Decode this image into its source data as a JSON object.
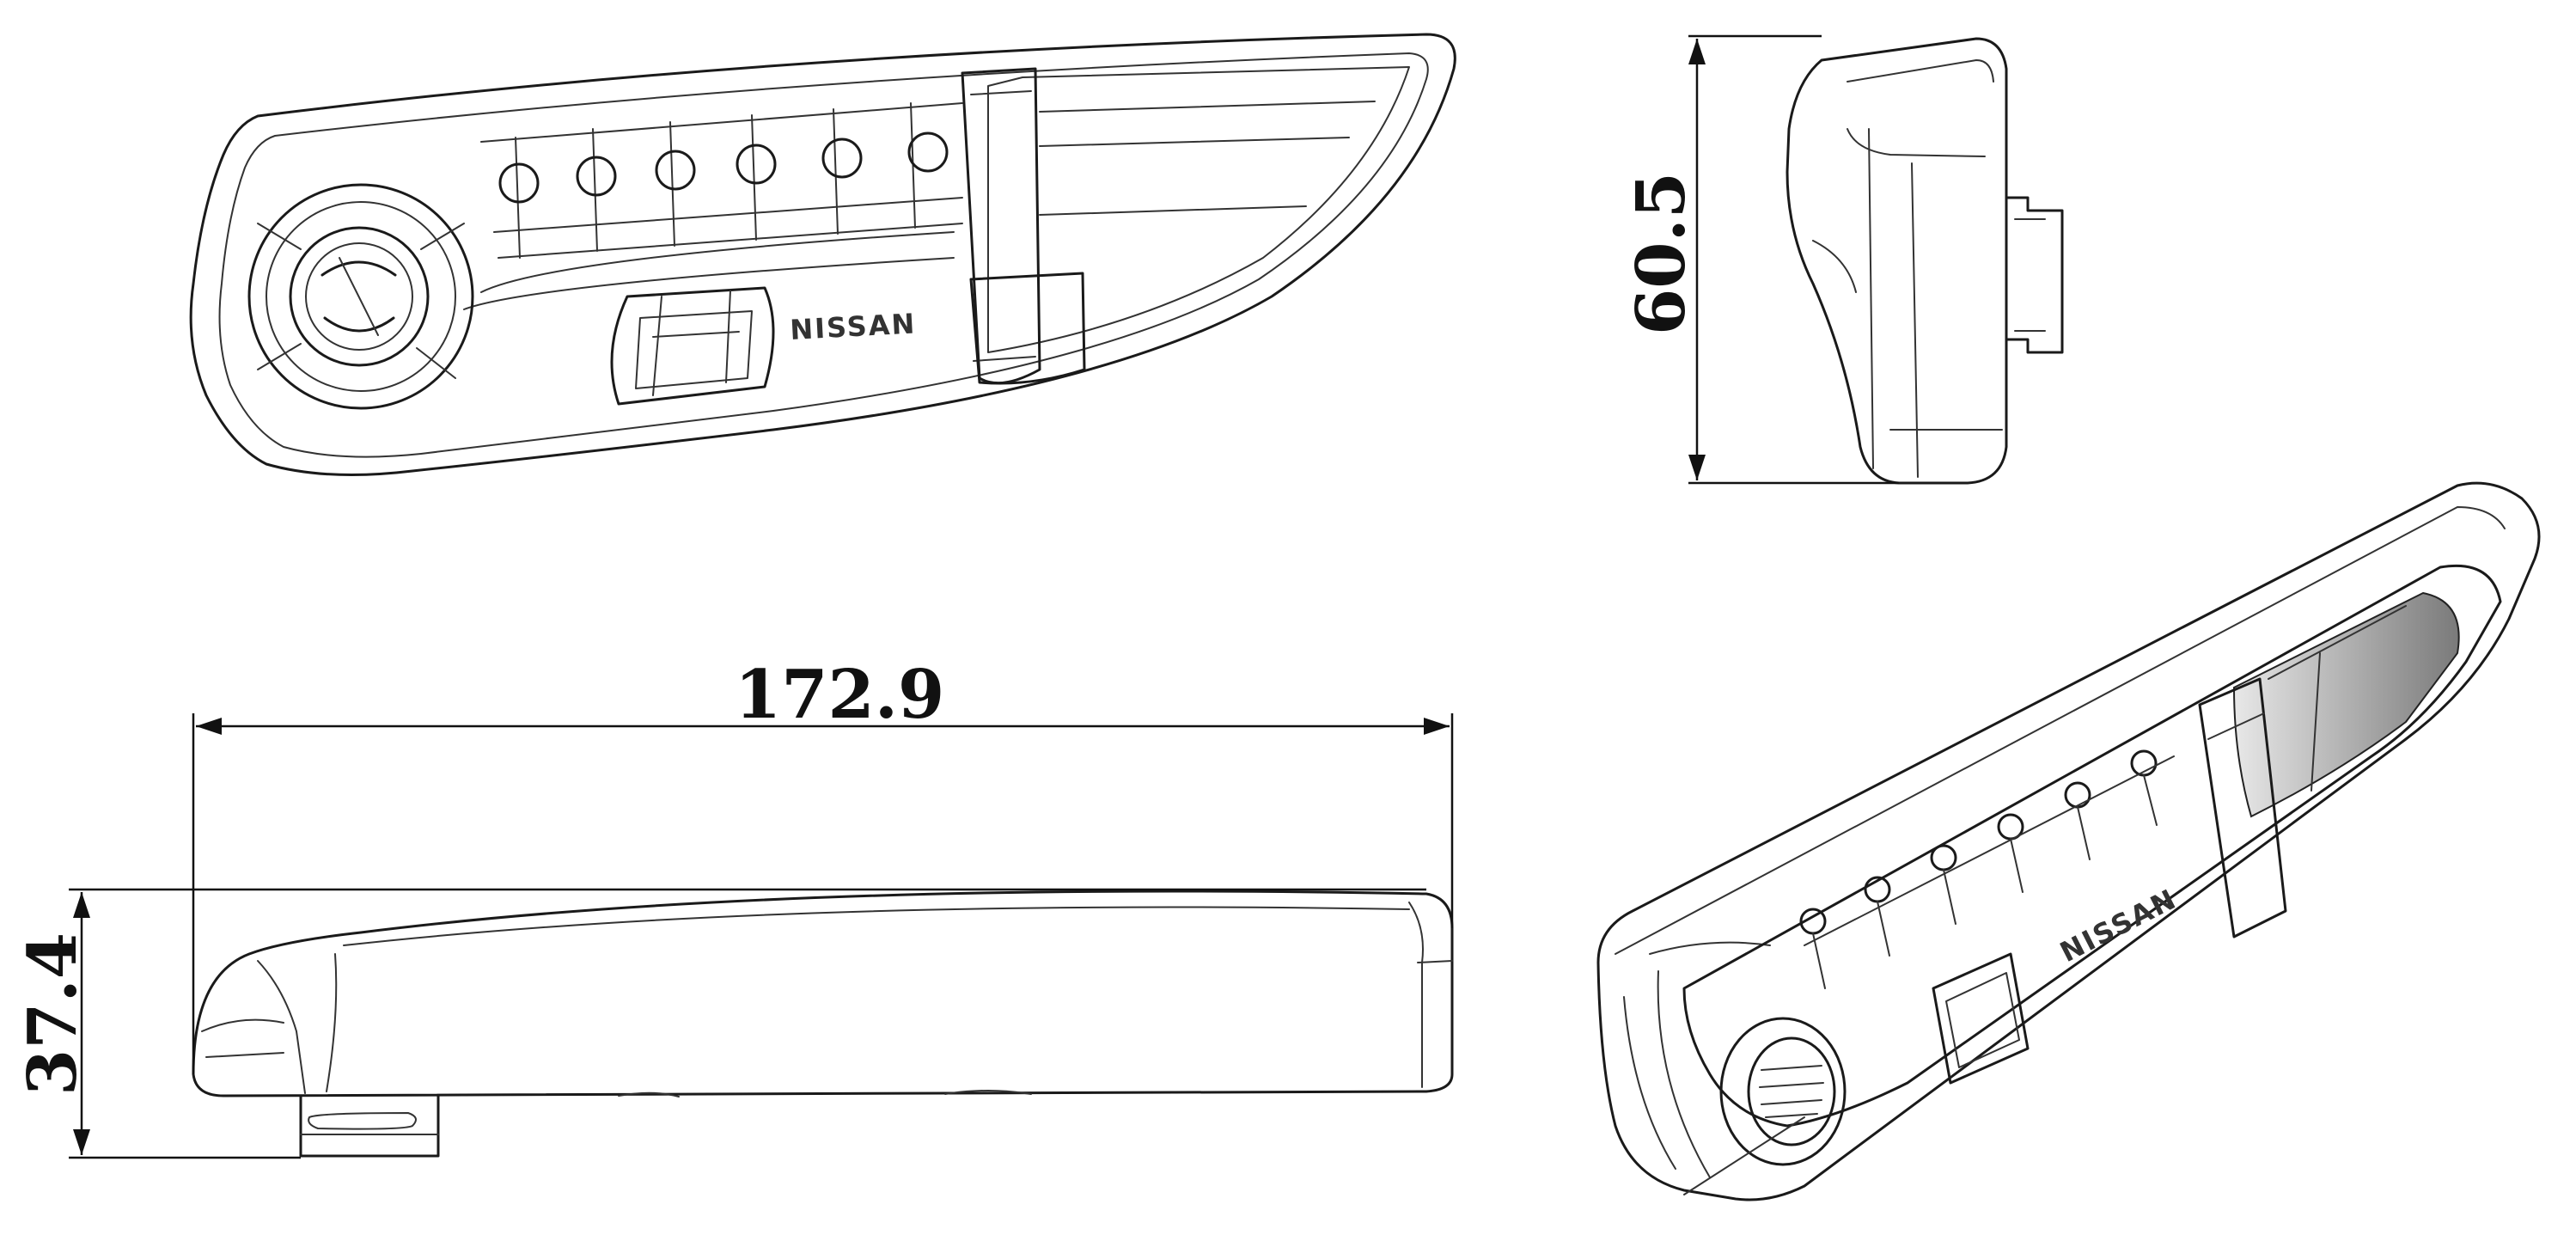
{
  "dimensions": {
    "length": "172.9",
    "height": "37.4",
    "width": "60.5"
  },
  "brand_text_top_view": "NISSAN",
  "brand_text_iso_view": "NISSAN"
}
